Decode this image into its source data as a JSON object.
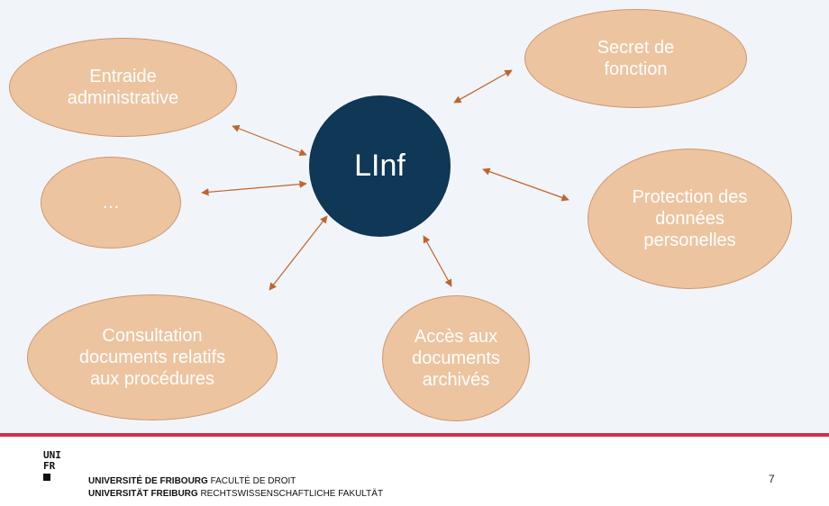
{
  "diagram": {
    "center": "LInf",
    "nodes": [
      {
        "id": "entraide",
        "label": "Entraide\nadministrative"
      },
      {
        "id": "ellipsis",
        "label": "…"
      },
      {
        "id": "consultation",
        "label": "Consultation\ndocuments relatifs\naux procédures"
      },
      {
        "id": "acces",
        "label": "Accès aux\ndocuments\narchivés"
      },
      {
        "id": "protection",
        "label": "Protection des\ndonnées\npersonelles"
      },
      {
        "id": "secret",
        "label": "Secret de\nfonction"
      }
    ],
    "colors": {
      "background": "#f1f5fa",
      "bubble_fill": "#edc4a0",
      "center_fill": "#0e3856",
      "arrow": "#c0642c",
      "rule": "#d0304a"
    }
  },
  "footer": {
    "logo_line1": "UNI",
    "logo_line2": "FR",
    "line1_bold": "UNIVERSITÉ DE FRIBOURG",
    "line1_regular": "FACULTÉ DE DROIT",
    "line2_bold": "UNIVERSITÄT FREIBURG",
    "line2_regular": "RECHTSWISSENSCHAFTLICHE FAKULTÄT",
    "page_number": "7"
  }
}
